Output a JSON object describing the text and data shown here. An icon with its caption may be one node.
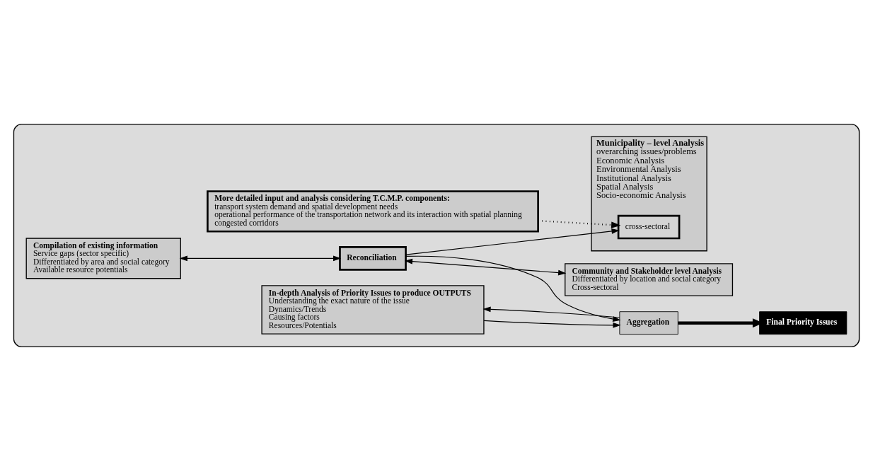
{
  "diagram": {
    "nodes": [
      {
        "text": [],
        "shape": "box"
      },
      {
        "text": [
          "Compilation of existing information",
          "Service gaps (sector specific)",
          "Differentiated by area and social category",
          "Available resource potentials"
        ],
        "in": 0
      },
      {
        "text": [
          "Reconciliation"
        ],
        "in": 0
      },
      {
        "text": [
          "Community and Stakeholder level Analysis",
          "Differentiated by location and social category",
          "Cross-sectoral"
        ],
        "in": 0
      },
      {
        "text": [
          "More detailed input and analysis considering T.C.M.P. components:",
          "transport system demand and spatial development needs",
          "operational performance of the transportation network and its interaction with spatial planning",
          "congested corridors"
        ],
        "in": 0
      },
      {
        "text": [
          "Municipality – level Analysis",
          "overarching issues/problems",
          "Economic Analysis",
          "Environmental Analysis",
          "Institutional Analysis",
          "Spatial Analysis",
          "Socio-economic Analysis"
        ],
        "in": 0
      },
      {
        "text": [
          "cross-sectoral"
        ],
        "in": 5
      },
      {
        "text": [
          "In-depth Analysis of Priority Issues to produce OUTPUTS",
          "Understanding the exact nature of the issue",
          "Dynamics/Trends",
          "Causing factors",
          "Resources/Potentials"
        ],
        "in": 0
      },
      {
        "text": [
          "Aggregation"
        ],
        "in": 0
      },
      {
        "text": [
          "Final Priority Issues"
        ],
        "in": 0
      }
    ],
    "edges": [
      {
        "from": 1,
        "to": 2,
        "arrow": "both"
      },
      {
        "from": 2,
        "to": 3,
        "arrow": "both"
      },
      {
        "from": 2,
        "to": 6,
        "arrow": "to"
      },
      {
        "from": 4,
        "to": 6,
        "arrow": "to",
        "style": "dashed"
      },
      {
        "from": 2,
        "to": 8,
        "arrow": "to"
      },
      {
        "from": 8,
        "to": 7,
        "arrow": "to"
      },
      {
        "from": 7,
        "to": 8,
        "arrow": "to"
      },
      {
        "from": 8,
        "to": 9,
        "arrow": "to",
        "style": "thick"
      }
    ]
  }
}
